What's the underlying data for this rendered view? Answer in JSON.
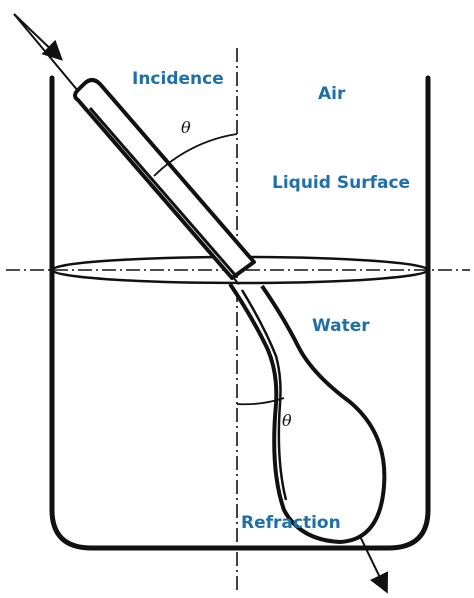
{
  "labels": {
    "incidence": "Incidence",
    "air": "Air",
    "liquid_surface": "Liquid Surface",
    "water": "Water",
    "refraction": "Refraction",
    "theta_upper": "θ",
    "theta_lower": "θ"
  },
  "colors": {
    "label_blue": "#1f6fa8",
    "line": "#111111",
    "background": "#ffffff"
  }
}
